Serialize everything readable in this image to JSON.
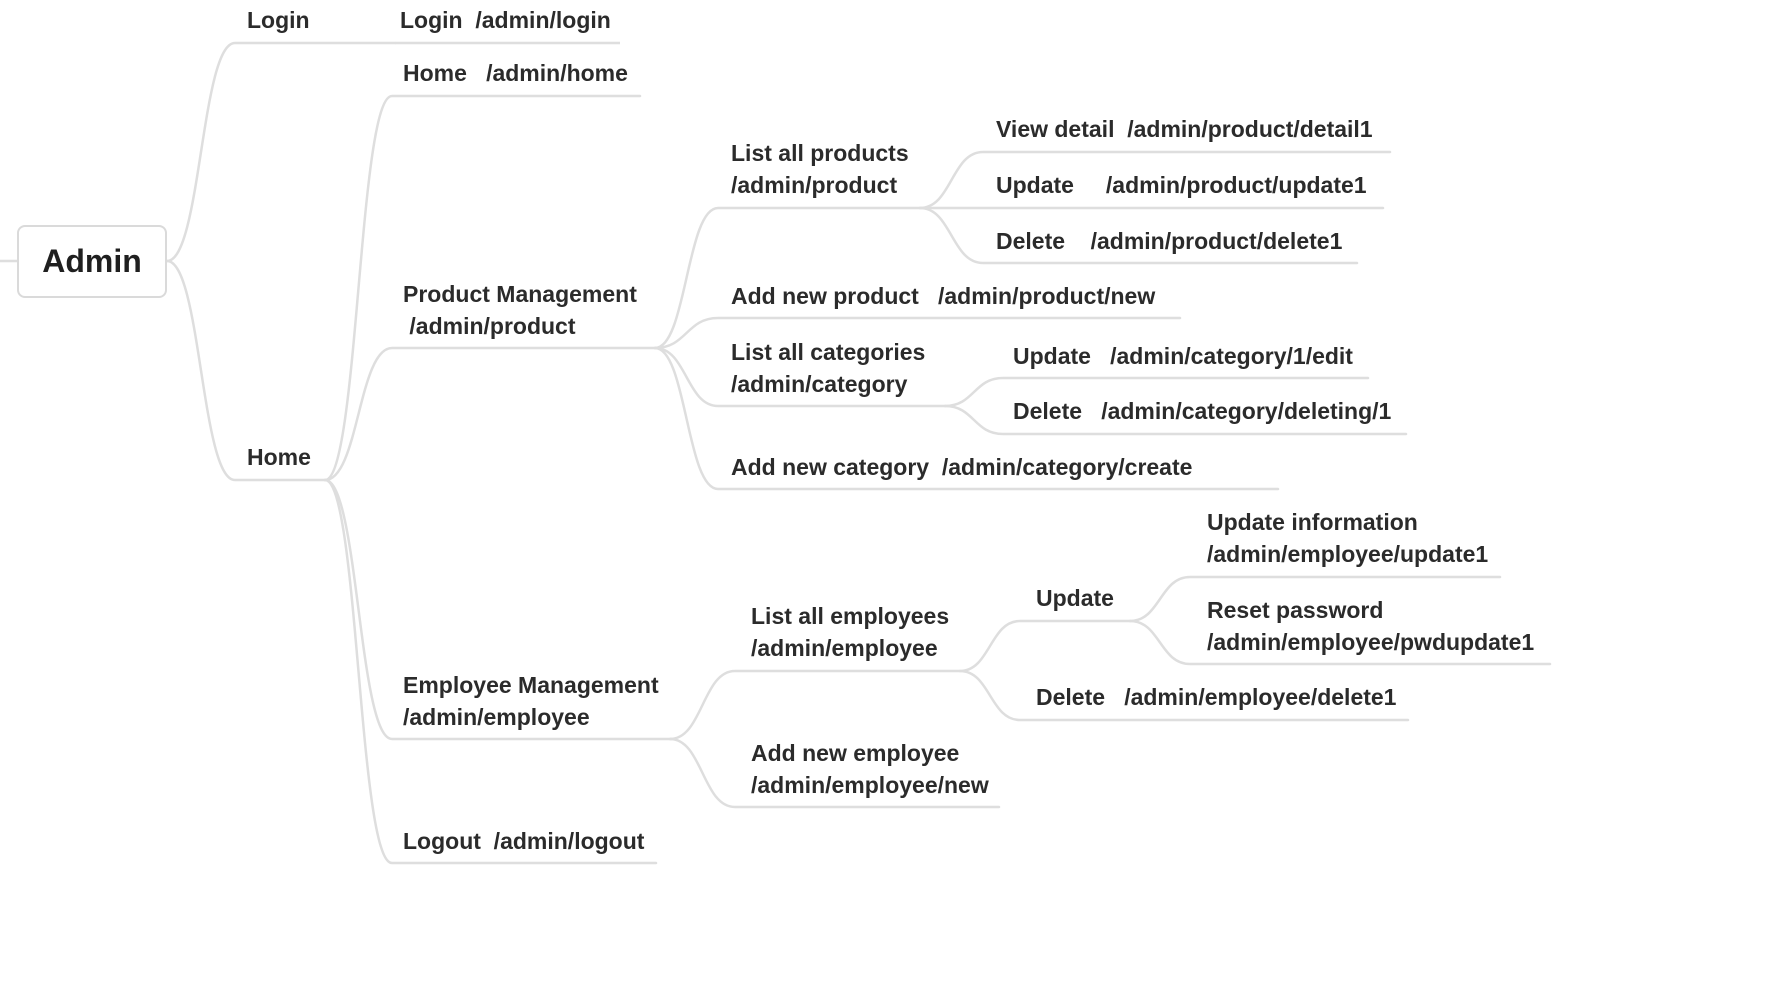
{
  "root": {
    "label": "Admin"
  },
  "nodes": {
    "login": "Login",
    "login_page": "Login  /admin/login",
    "home": "Home",
    "home_page": "Home   /admin/home",
    "product_mgmt": "Product Management\n /admin/product",
    "list_products": "List all products\n/admin/product",
    "view_detail": "View detail  /admin/product/detail1",
    "product_update": "Update     /admin/product/update1",
    "product_delete": "Delete    /admin/product/delete1",
    "add_product": "Add new product   /admin/product/new",
    "list_categories": "List all categories\n/admin/category",
    "category_update": "Update   /admin/category/1/edit",
    "category_delete": "Delete   /admin/category/deleting/1",
    "add_category": "Add new category  /admin/category/create",
    "employee_mgmt": "Employee Management\n/admin/employee",
    "list_employees": "List all employees\n/admin/employee",
    "employee_update": "Update",
    "update_info": "Update information\n/admin/employee/update1",
    "reset_password": "Reset password\n/admin/employee/pwdupdate1",
    "employee_delete": "Delete   /admin/employee/delete1",
    "add_employee": "Add new employee\n/admin/employee/new",
    "logout": "Logout  /admin/logout"
  },
  "colors": {
    "line": "#dedede",
    "text": "#2b2b2b",
    "root_border": "#dadada"
  }
}
